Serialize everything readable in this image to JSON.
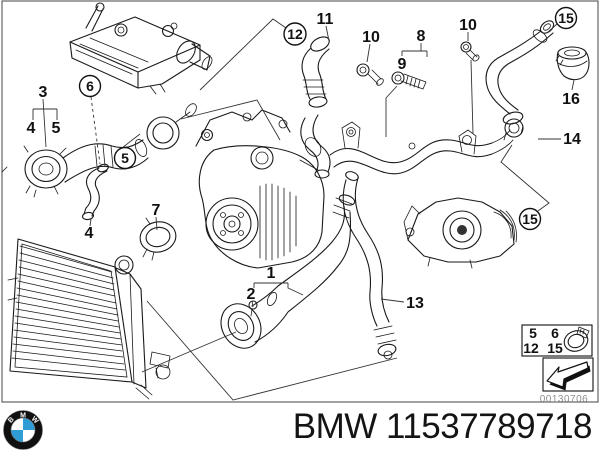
{
  "colors": {
    "line": "#1a1a1a",
    "bmw_blue": "#2f9cd5",
    "gray_text": "#8f8f8f"
  },
  "diagram": {
    "callouts": {
      "n3": "3",
      "n4a": "4",
      "n5a": "5",
      "n4b": "4",
      "n7": "7",
      "n1": "1",
      "n2": "2",
      "n11": "11",
      "n10a": "10",
      "n8": "8",
      "n9": "9",
      "n10b": "10",
      "n13": "13",
      "n14": "14",
      "n16": "16",
      "c5": "5",
      "c6": "6",
      "c12": "12",
      "c15a": "15",
      "c15b": "15"
    },
    "legend": {
      "r1c1": "5",
      "r1c2": "6",
      "r2c1": "12",
      "r2c2": "15"
    },
    "drawing_number": "00130706"
  },
  "footer": {
    "part_label": "BMW 11537789718",
    "logo": {
      "b": "B",
      "m": "M",
      "w": "W"
    }
  }
}
